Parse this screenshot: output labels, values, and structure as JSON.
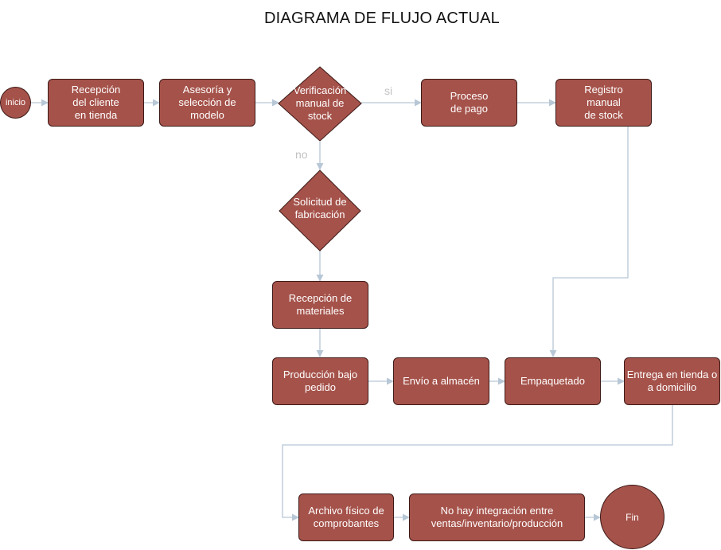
{
  "title": "DIAGRAMA DE FLUJO ACTUAL",
  "nodes": {
    "inicio": "inicio",
    "recepcion_cliente": "Recepción\ndel cliente\nen tienda",
    "asesoria": "Asesoría y\nselección de\nmodelo",
    "verificacion": "Verificación\nmanual de\nstock",
    "proceso_pago": "Proceso\nde pago",
    "registro_stock": "Registro\nmanual\nde stock",
    "solicitud": "Solicitud de\nfabricación",
    "recepcion_materiales": "Recepción de\nmateriales",
    "produccion": "Producción bajo\npedido",
    "envio": "Envío a almacén",
    "empaquetado": "Empaquetado",
    "entrega": "Entrega en tienda o\na domicilio",
    "archivo": "Archivo físico de\ncomprobantes",
    "integracion": "No hay integración entre\nventas/inventario/producción",
    "fin": "Fin"
  },
  "edge_labels": {
    "si": "si",
    "no": "no"
  },
  "colors": {
    "node_fill": "#a5524a",
    "node_stroke": "#3d1a17",
    "edge": "#b7c7d6",
    "label": "#c2c2c2"
  }
}
